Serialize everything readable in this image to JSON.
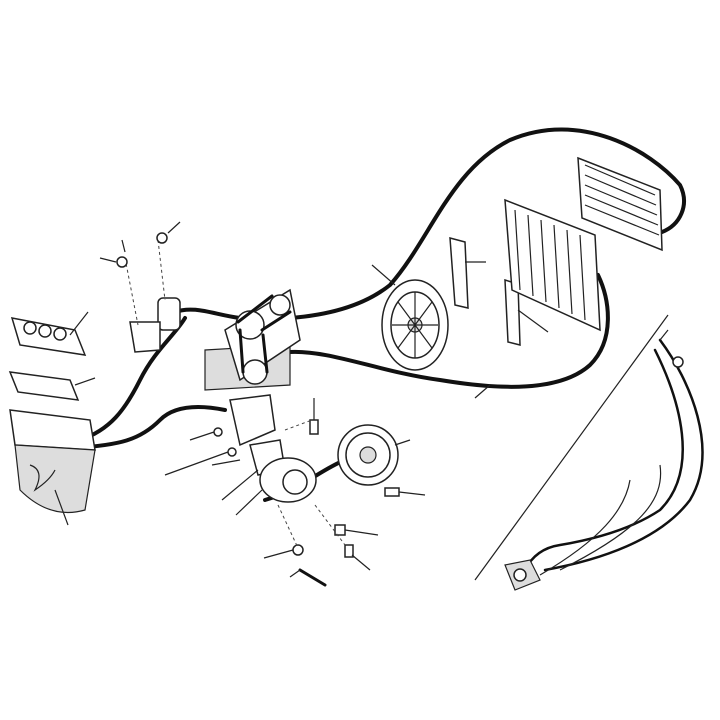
{
  "diagram": {
    "colors": {
      "line": "#111111",
      "background": "#ffffff",
      "shade": "#dddddd"
    },
    "components": [
      "evaporator-housing",
      "control-panel",
      "receiver-drier",
      "compressor",
      "engine-bracket",
      "pulley",
      "cooling-fan",
      "condenser",
      "heater-core",
      "wiring-harness",
      "pressure-switch"
    ]
  }
}
